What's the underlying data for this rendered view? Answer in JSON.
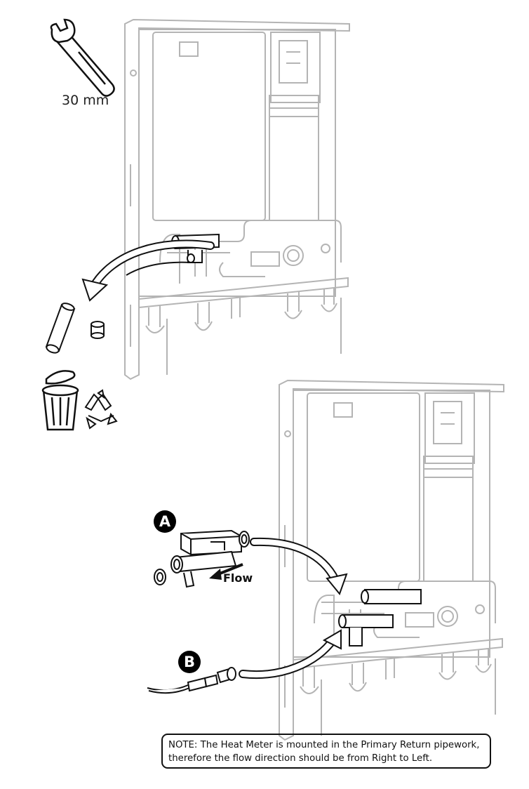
{
  "tool": {
    "name": "wrench-icon",
    "size_label": "30 mm"
  },
  "labels": {
    "flow": "Flow",
    "badge_a": "A",
    "badge_b": "B"
  },
  "note": {
    "line1": "NOTE: The Heat Meter is mounted in the Primary Return pipework,",
    "line2": "therefore the flow direction should be from Right to Left."
  },
  "icons": [
    "wrench-icon",
    "trash-bin-icon",
    "recycle-icon",
    "heat-meter-icon",
    "sensor-probe-icon",
    "arrow-icon"
  ],
  "colors": {
    "line": "#1a1a1a",
    "faded": "#b4b4b4",
    "badge": "#000000"
  }
}
